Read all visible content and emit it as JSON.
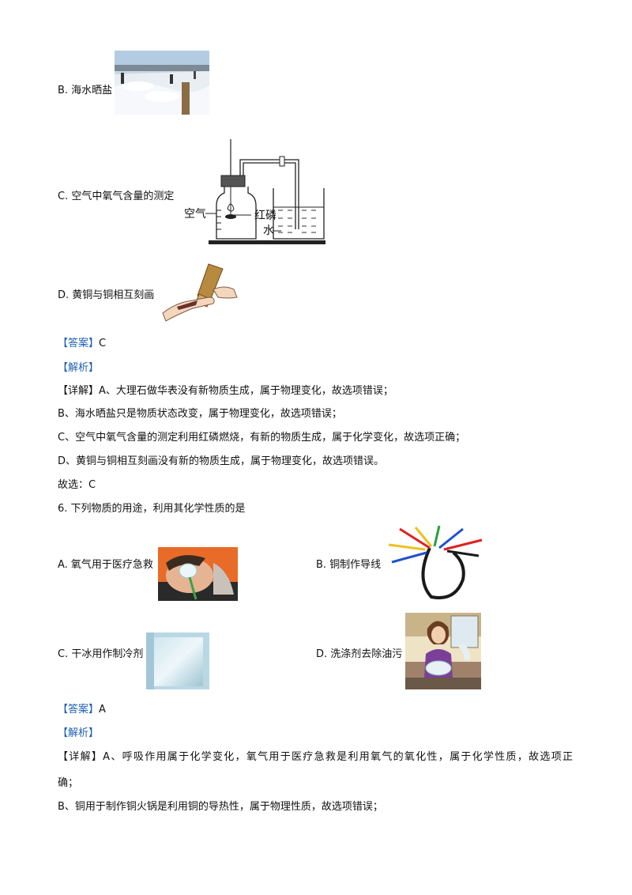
{
  "q5": {
    "option_b": "B. 海水晒盐",
    "option_c": "C. 空气中氧气含量的测定",
    "option_d": "D. 黄铜与铜相互刻画",
    "diagram": {
      "label_air": "空气",
      "label_red_phosphorus": "红磷",
      "label_water": "水"
    },
    "answer_tag": "【答案】",
    "answer": "C",
    "analysis_tag": "【解析】",
    "detail_tag": "【详解】",
    "detail_a": "A、大理石做华表没有新物质生成，属于物理变化，故选项错误；",
    "detail_b": "B、海水晒盐只是物质状态改变，属于物理变化，故选项错误；",
    "detail_c": "C、空气中氧气含量的测定利用红磷燃烧，有新的物质生成，属于化学变化，故选项正确；",
    "detail_d": "D、黄铜与铜相互刻画没有新的物质生成，属于物理变化，故选项错误。",
    "conclusion": "故选：C"
  },
  "q6": {
    "question": "6. 下列物质的用途，利用其化学性质的是",
    "option_a": "A. 氧气用于医疗急救",
    "option_b": "B. 铜制作导线",
    "option_c": "C. 干冰用作制冷剂",
    "option_d": "D. 洗涤剂去除油污",
    "answer_tag": "【答案】",
    "answer": "A",
    "analysis_tag": "【解析】",
    "detail_tag": "【详解】",
    "detail_a_line1": "A、呼吸作用属于化学变化，氧气用于医疗急救是利用氧气的氧化性，属于化学性质，故选项正",
    "detail_a_line2": "确；",
    "detail_b": "B、铜用于制作铜火锅是利用铜的导热性，属于物理性质，故选项错误；"
  }
}
